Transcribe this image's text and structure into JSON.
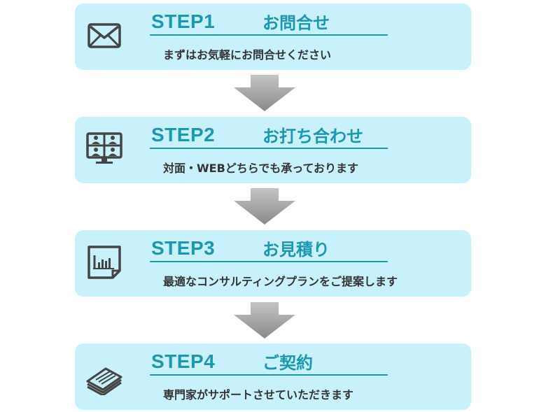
{
  "steps": [
    {
      "title": "STEP1",
      "name": "お問合せ",
      "description": "まずはお気軽にお問合せください",
      "icon": "envelope-icon"
    },
    {
      "title": "STEP2",
      "name": "お打ち合わせ",
      "description": "対面・WEBどちらでも承っております",
      "icon": "video-meeting-icon"
    },
    {
      "title": "STEP3",
      "name": "お見積り",
      "description": "最適なコンサルティングプランをご提案します",
      "icon": "report-chart-icon"
    },
    {
      "title": "STEP4",
      "name": "ご契約",
      "description": "専門家がサポートさせていただきます",
      "icon": "document-stack-icon"
    }
  ],
  "colors": {
    "card_background": "#c8f1fb",
    "accent": "#1c97b0",
    "text": "#333333",
    "icon": "#444444",
    "arrow": "#999999"
  }
}
